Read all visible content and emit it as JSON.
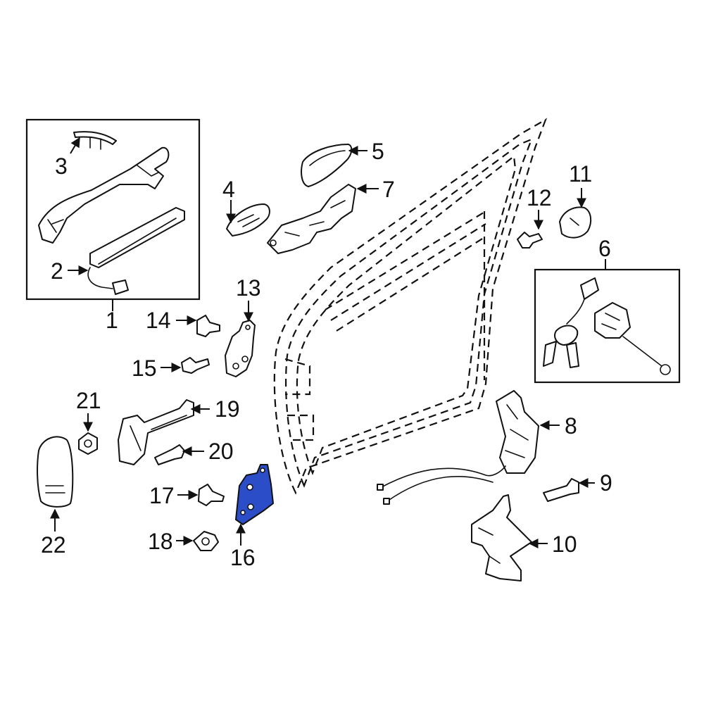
{
  "highlight_color": "#2c4dc8",
  "line_color": "#111111",
  "callouts": [
    {
      "id": "1",
      "label": "1"
    },
    {
      "id": "2",
      "label": "2"
    },
    {
      "id": "3",
      "label": "3"
    },
    {
      "id": "4",
      "label": "4"
    },
    {
      "id": "5",
      "label": "5"
    },
    {
      "id": "6",
      "label": "6"
    },
    {
      "id": "7",
      "label": "7"
    },
    {
      "id": "8",
      "label": "8"
    },
    {
      "id": "9",
      "label": "9"
    },
    {
      "id": "10",
      "label": "10"
    },
    {
      "id": "11",
      "label": "11"
    },
    {
      "id": "12",
      "label": "12"
    },
    {
      "id": "13",
      "label": "13"
    },
    {
      "id": "14",
      "label": "14"
    },
    {
      "id": "15",
      "label": "15"
    },
    {
      "id": "16",
      "label": "16"
    },
    {
      "id": "17",
      "label": "17"
    },
    {
      "id": "18",
      "label": "18"
    },
    {
      "id": "19",
      "label": "19"
    },
    {
      "id": "20",
      "label": "20"
    },
    {
      "id": "21",
      "label": "21"
    },
    {
      "id": "22",
      "label": "22"
    }
  ],
  "highlighted_part": "16"
}
